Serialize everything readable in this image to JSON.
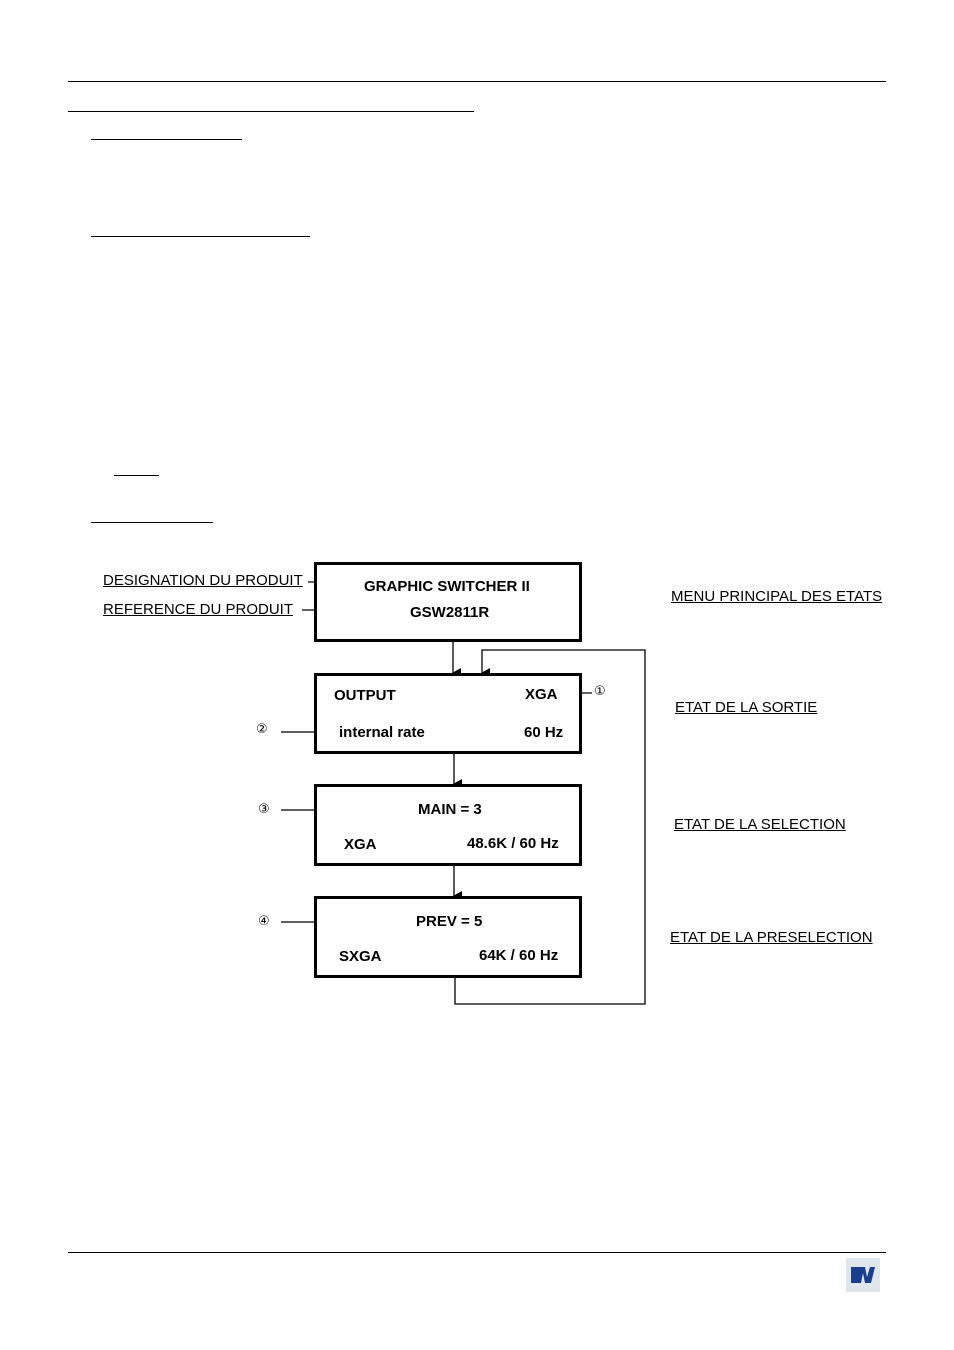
{
  "diagram": {
    "boxes": [
      {
        "line1": "GRAPHIC SWITCHER II",
        "line2": "GSW2811R"
      },
      {
        "line1_left": "OUTPUT",
        "line1_right": "XGA",
        "line2_left": "internal rate",
        "line2_right": "60 Hz"
      },
      {
        "line1": "MAIN = 3",
        "line2_left": "XGA",
        "line2_right": "48.6K / 60 Hz"
      },
      {
        "line1": "PREV = 5",
        "line2_left": "SXGA",
        "line2_right": "64K / 60 Hz"
      }
    ],
    "left_labels": {
      "designation": "DESIGNATION DU PRODUIT",
      "reference": "REFERENCE DU PRODUIT"
    },
    "callouts": {
      "c1": "①",
      "c2": "②",
      "c3": "③",
      "c4": "④"
    },
    "right_labels": {
      "menu": "MENU PRINCIPAL DES ETATS",
      "sortie": "ETAT DE LA SORTIE",
      "selection": "ETAT DE LA SELECTION",
      "preselection": "ETAT DE LA PRESELECTION"
    }
  },
  "footer": {
    "logo_icon": "company-logo-icon",
    "logo_color": "#1a3f8f"
  }
}
